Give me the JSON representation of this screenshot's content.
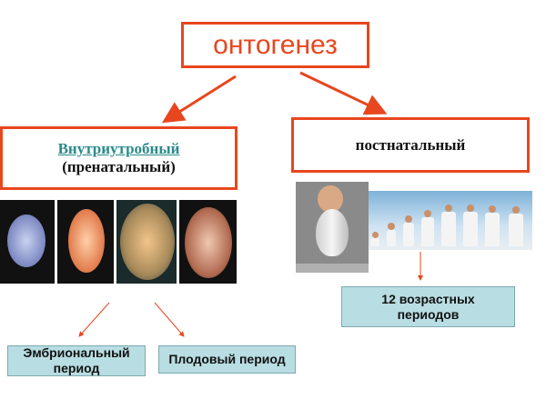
{
  "root": {
    "label": "онтогенез",
    "color": "#e8461e"
  },
  "branches": [
    {
      "id": "prenatal",
      "title": "Внутриутробный",
      "subtitle": "(пренатальный)"
    },
    {
      "id": "postnatal",
      "title": "постнатальный"
    }
  ],
  "prenatal_periods": [
    {
      "label": "Эмбриональный период"
    },
    {
      "label": "Плодовый период"
    }
  ],
  "postnatal_periods": {
    "label": "12 возрастных периодов"
  },
  "images": {
    "embryo_stages": "embryo-development-photos",
    "baby_egg": "baby-in-eggshell-photo",
    "age_lineup": "people-age-lineup-photo"
  },
  "colors": {
    "accent": "#e8461e",
    "sub_box_fill": "#b8dde2",
    "link": "#2a8a8a"
  }
}
